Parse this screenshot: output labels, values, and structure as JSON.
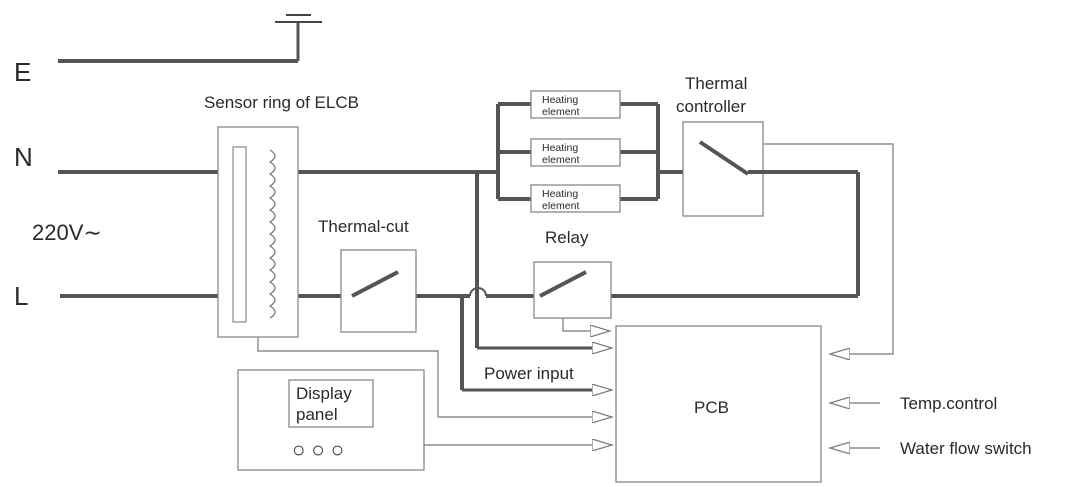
{
  "labels": {
    "earth": "E",
    "neutral": "N",
    "voltage": "220V∼",
    "live": "L",
    "sensor_ring": "Sensor ring of ELCB",
    "thermal_cut": "Thermal-cut",
    "relay": "Relay",
    "thermal_controller_line1": "Thermal",
    "thermal_controller_line2": "controller",
    "power_input": "Power input",
    "pcb": "PCB",
    "temp_control": "Temp.control",
    "water_flow_switch": "Water flow switch",
    "display_panel_line1": "Display",
    "display_panel_line2": "panel",
    "display_buttons": "○ ○ ○"
  },
  "heating_elements": [
    {
      "line1": "Heating",
      "line2": "element"
    },
    {
      "line1": "Heating",
      "line2": "element"
    },
    {
      "line1": "Heating",
      "line2": "element"
    }
  ],
  "colors": {
    "wire": "#555555",
    "signal": "#777777",
    "text": "#2a2a2a"
  }
}
